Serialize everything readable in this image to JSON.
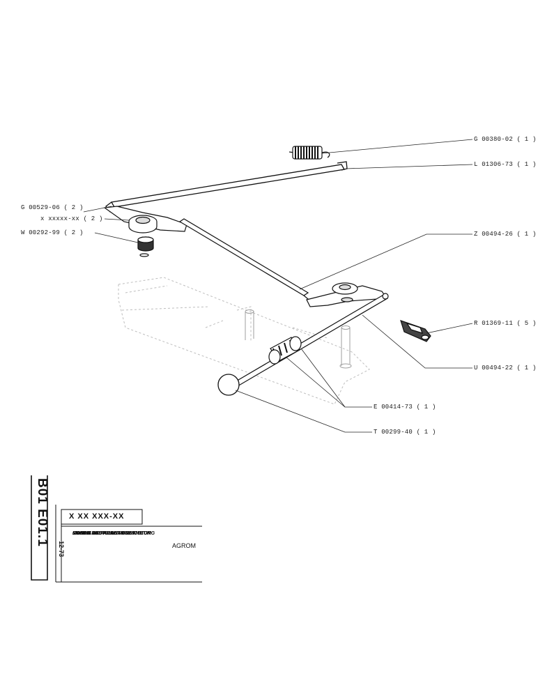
{
  "parts": {
    "g00380": "G 00380-02 ( 1 )",
    "l01306": "L 01306-73 ( 1 )",
    "g00529": "G 00529-06 ( 2 )",
    "xxxxxx": "x xxxxx-xx ( 2 )",
    "w00292": "W 00292-99 ( 2 )",
    "z00494": "Z 00494-26 ( 1 )",
    "r01369": "R 01369-11 ( 5 )",
    "u00494": "U 00494-22 ( 1 )",
    "e00414": "E 00414-73 ( 1 )",
    "t00299": "T 00299-40 ( 1 )"
  },
  "title_block": {
    "code_main": "B01 E01.1",
    "date": "12-73",
    "part_number": "X XX XXX-XX",
    "titles": [
      "COMMANDE ARRET DU MOTEUR",
      "ENGINE STOP CONTROL",
      "MOTOR ABSTELL - VORRICHTUNG",
      "MANDO DE PARADA DEL MOTOR"
    ],
    "model": "AGROM"
  }
}
